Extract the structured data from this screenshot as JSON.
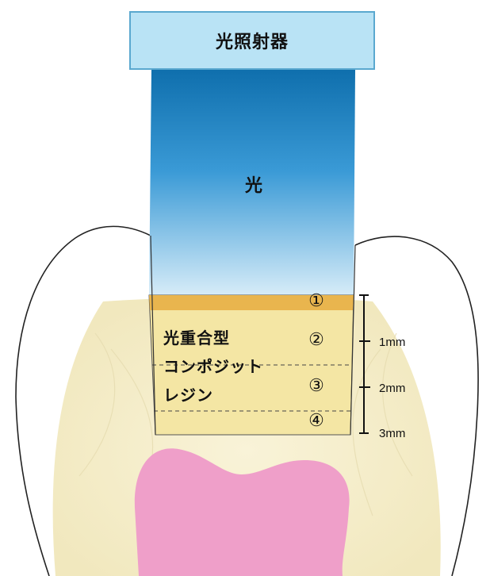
{
  "light_source": {
    "label": "光照射器"
  },
  "light": {
    "label": "光"
  },
  "resin": {
    "label_lines": [
      "光重合型",
      "コンポジット",
      "レジン"
    ]
  },
  "layers": [
    {
      "number": "①"
    },
    {
      "number": "②"
    },
    {
      "number": "③"
    },
    {
      "number": "④"
    }
  ],
  "depth_scale": {
    "ticks": [
      {
        "value": 0,
        "label": ""
      },
      {
        "value": 1,
        "label": "1mm"
      },
      {
        "value": 2,
        "label": "2mm"
      },
      {
        "value": 3,
        "label": "3mm"
      }
    ]
  },
  "colors": {
    "lamp_fill": "#b9e3f5",
    "lamp_border": "#5aa8cf",
    "light_top": "#0f6fad",
    "light_bottom": "#d6ecf8",
    "cured_layer": "#e9b54e",
    "resin": "#f4e6a4",
    "tooth": "#f7f0d2",
    "pulp": "#ef9fc9"
  }
}
